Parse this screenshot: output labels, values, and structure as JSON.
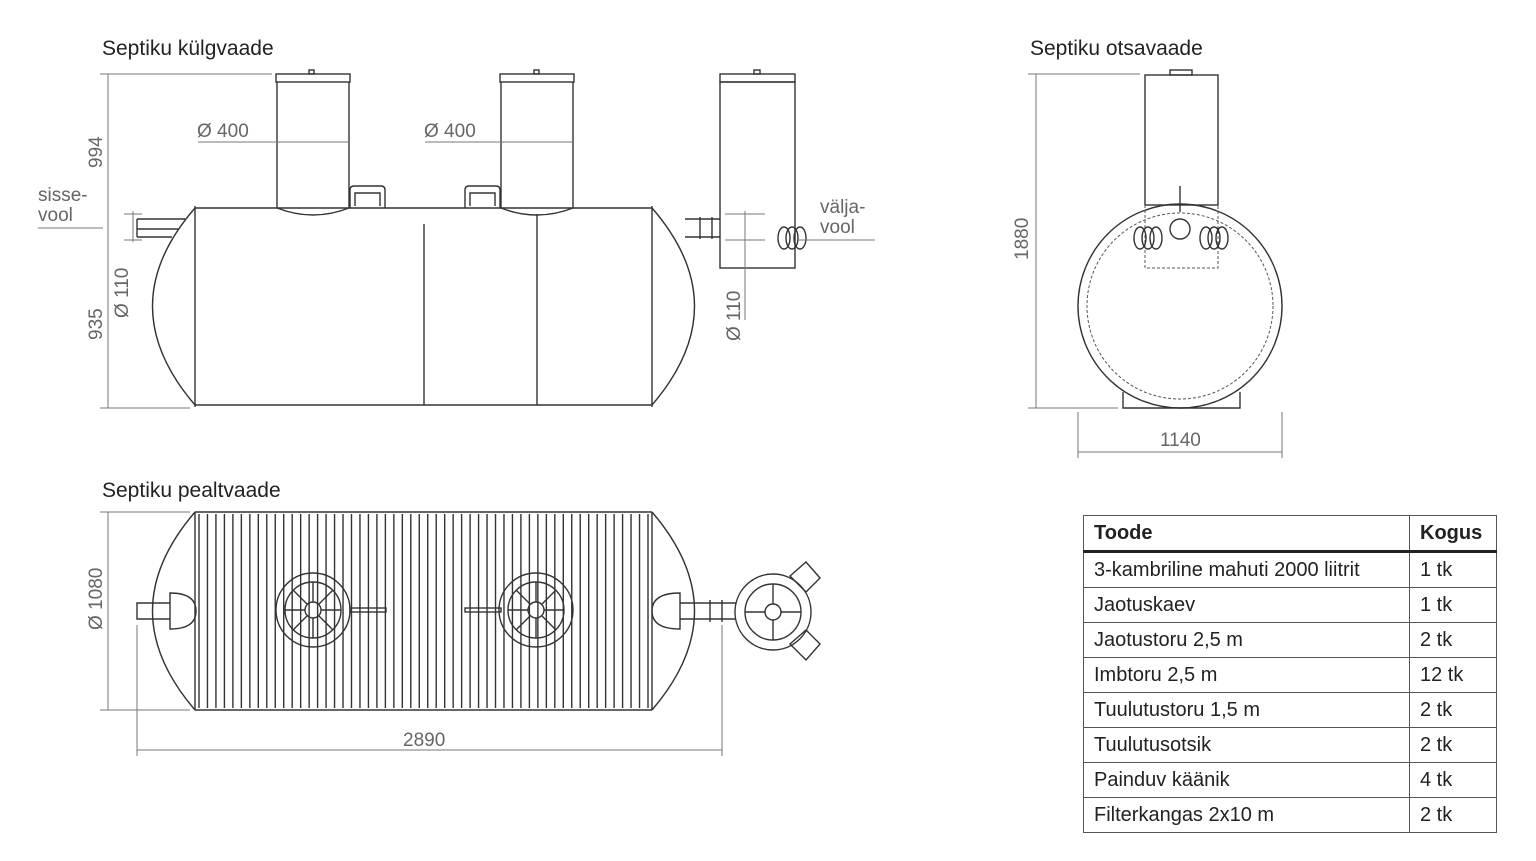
{
  "side_view": {
    "title": "Septiku külgvaade",
    "riser1_dia": "Ø 400",
    "riser2_dia": "Ø 400",
    "upper_height": "994",
    "lower_height": "935",
    "inlet_dia": "Ø 110",
    "outlet_dia": "Ø 110",
    "inlet_label_1": "sisse-",
    "inlet_label_2": "vool",
    "outlet_label_1": "välja-",
    "outlet_label_2": "vool"
  },
  "end_view": {
    "title": "Septiku otsavaade",
    "height": "1880",
    "width": "1140"
  },
  "top_view": {
    "title": "Septiku pealtvaade",
    "width": "Ø 1080",
    "length": "2890",
    "rib_count": 54
  },
  "table": {
    "headers": [
      "Toode",
      "Kogus"
    ],
    "rows": [
      [
        "3-kambriline mahuti 2000 liitrit",
        "1 tk"
      ],
      [
        "Jaotuskaev",
        "1 tk"
      ],
      [
        "Jaotustoru 2,5 m",
        "2 tk"
      ],
      [
        "Imbtoru 2,5 m",
        "12 tk"
      ],
      [
        "Tuulutustoru 1,5 m",
        "2 tk"
      ],
      [
        "Tuulutusotsik",
        "2 tk"
      ],
      [
        "Painduv käänik",
        "4 tk"
      ],
      [
        "Filterkangas 2x10 m",
        "2 tk"
      ]
    ]
  }
}
